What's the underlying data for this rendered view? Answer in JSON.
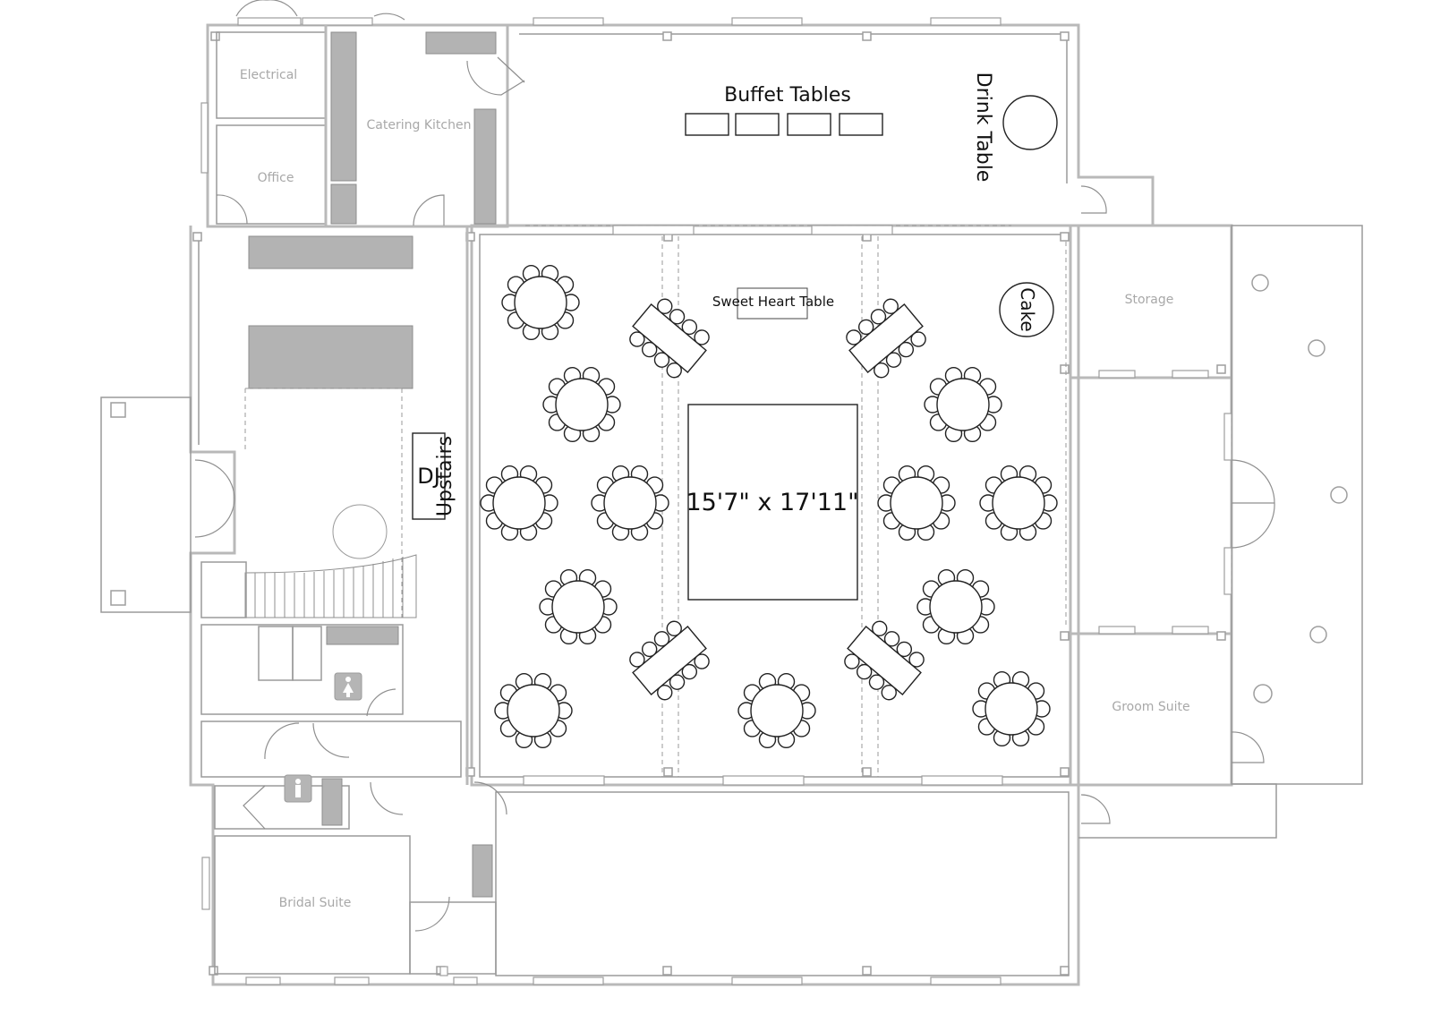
{
  "rooms": {
    "electrical": "Electrical",
    "catering_kitchen": "Catering Kitchen",
    "office": "Office",
    "storage": "Storage",
    "groom_suite": "Groom Suite",
    "bridal_suite": "Bridal Suite"
  },
  "labels": {
    "buffet_tables": "Buffet Tables",
    "drink_table": "Drink Table",
    "sweet_heart_table": "Sweet Heart Table",
    "cake": "Cake",
    "dj": "DJ",
    "upstairs": "Upstairs",
    "dance_floor_dimensions": "15'7\" x 17'11\""
  },
  "icons": {
    "restroom_women": "restroom-women-icon",
    "restroom_men": "restroom-men-icon"
  },
  "colors": {
    "wall": "#b9b9b9",
    "counter": "#b3b3b3",
    "furniture_stroke": "#222222",
    "room_label": "#a8a8a8"
  }
}
